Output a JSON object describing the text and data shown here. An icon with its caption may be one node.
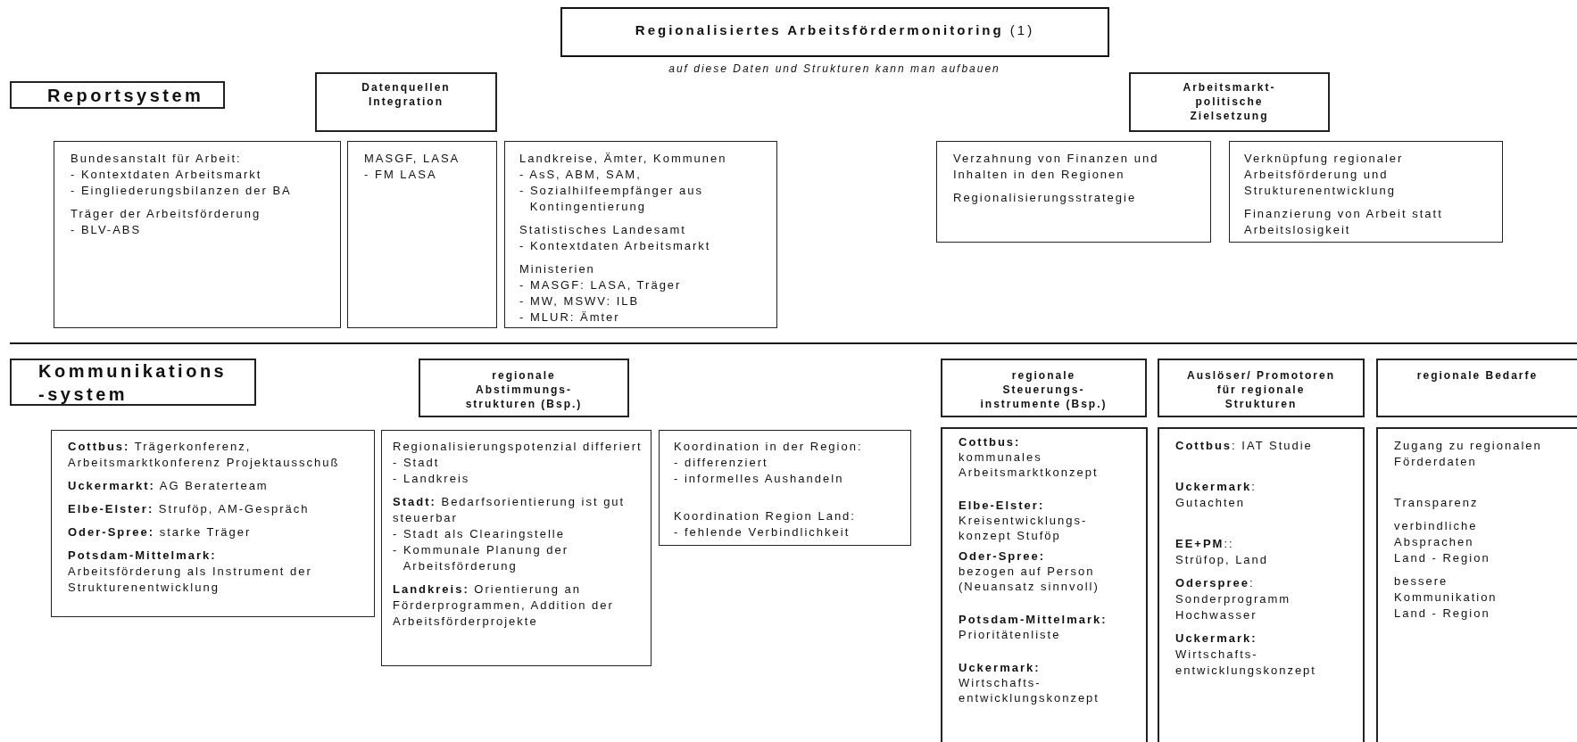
{
  "diagram": {
    "title": "**Regionalisiertes Arbeitsfördermonitoring** (1)",
    "nodes": [
      {
        "text": [
          "Reportsystem"
        ]
      },
      {
        "text": [
          "Datenquellen Integration"
        ]
      },
      {
        "text": [
          "Bundesanstalt für Arbeit:",
          "- Kontextdaten Arbeitsmarkt",
          "- Eingliederungsbilanzen der BA",
          "Träger der Arbeitsförderung",
          "- BLV-ABS"
        ]
      },
      {
        "text": [
          "MASGF, LASA",
          "- FM LASA"
        ]
      },
      {
        "text": [
          "Landkreise, Ämter, Kommunen",
          "- AsS, ABM, SAM,",
          "- Sozialhilfeempfänger aus Kontingentierung",
          "Statistisches Landesamt",
          "- Kontextdaten Arbeitsmarkt",
          "Ministerien",
          "- MASGF: LASA, Träger",
          "- MW, MSWV: ILB",
          "- MLUR: Ämter"
        ]
      },
      {
        "text": [
          "Arbeitsmarkt- politische Zielsetzung"
        ]
      },
      {
        "text": [
          "Verzahnung von Finanzen und Inhalten in den Regionen",
          "Regionalisierungsstrategie"
        ]
      },
      {
        "text": [
          "Verknüpfung regionaler Arbeitsförderung und Strukturenentwicklung",
          "Finanzierung von Arbeit statt Arbeitslosigkeit"
        ]
      },
      {
        "text": [
          "Kommunikations -system"
        ]
      },
      {
        "text": [
          "regionale Abstimmungs- strukturen (Bsp.)"
        ]
      },
      {
        "text": [
          "**Cottbus:** Trägerkonferenz, Arbeitsmarktkonferenz Projektausschuß",
          "**Uckermarkt:** AG Beraterteam",
          "**Elbe-Elster:** Struföp, AM-Gespräch",
          "**Oder-Spree:** starke Träger",
          "**Potsdam-Mittelmark:** Arbeitsförderung als Instrument der Strukturenentwicklung"
        ]
      },
      {
        "text": [
          "Regionalisierungspotenzial differiert",
          "- Stadt",
          "- Landkreis",
          "**Stadt:** Bedarfsorientierung ist gut steuerbar",
          "- Stadt als Clearingstelle",
          "- Kommunale Planung der Arbeitsförderung",
          "**Landkreis:** Orientierung an Förderprogrammen, Addition der Arbeitsförderprojekte"
        ]
      },
      {
        "text": [
          "Koordination in der Region:",
          "- differenziert",
          "- informelles Aushandeln",
          "Koordination Region Land:",
          "- fehlende Verbindlichkeit"
        ]
      },
      {
        "text": [
          "regionale Steuerungs- instrumente (Bsp.)"
        ]
      },
      {
        "text": [
          "Auslöser/ Promotoren für regionale Strukturen"
        ]
      },
      {
        "text": [
          "regionale Bedarfe"
        ]
      },
      {
        "text": [
          "**Cottbus:** kommunales Arbeitsmarktkonzept",
          "**Elbe-Elster:** Kreisentwicklungs- konzept Stuföp",
          "**Oder-Spree:** bezogen auf Person (Neuansatz sinnvoll)",
          "**Potsdam-Mittelmark:** Prioritätenliste",
          "**Uckermark:** Wirtschafts- entwicklungskonzept"
        ]
      },
      {
        "text": [
          "**Cottbus**: IAT Studie",
          "**Uckermark**:",
          "Gutachten",
          "**EE+PM**::",
          "Strüfop, Land",
          "**Oderspree**:",
          "Sonderprogramm Hochwasser",
          "**Uckermark:** Wirtschafts- entwicklungskonzept"
        ]
      },
      {
        "text": [
          "Zugang zu regionalen Förderdaten",
          "Transparenz",
          "verbindliche Absprachen Land - Region",
          "bessere Kommunikation Land - Region"
        ]
      }
    ],
    "labels": [
      "auf diese Daten und Strukturen kann man aufbauen"
    ]
  }
}
